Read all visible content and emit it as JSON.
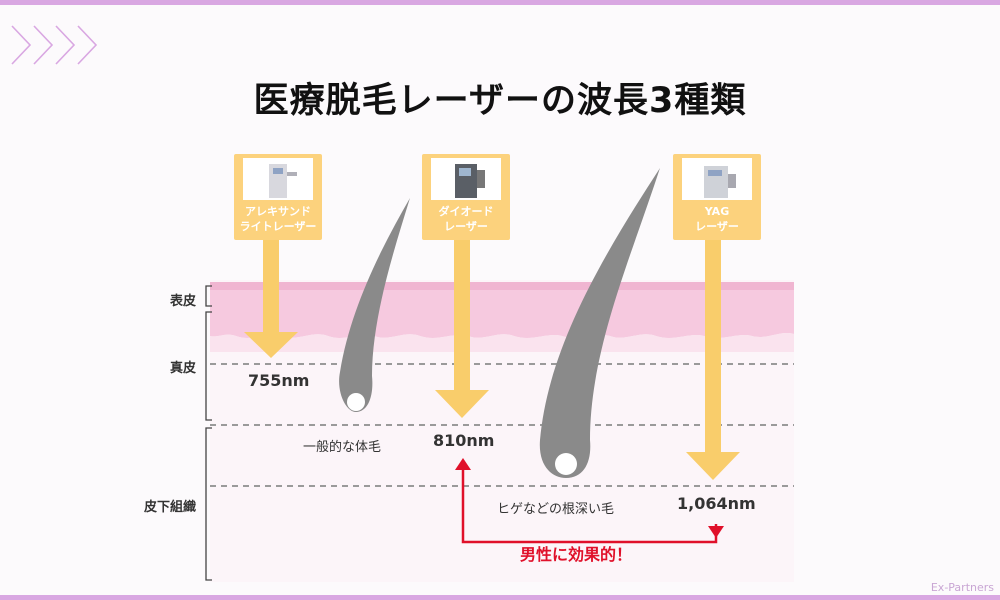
{
  "title": "医療脱毛レーザーの波長3種類",
  "layers": {
    "epidermis": "表皮",
    "dermis": "真皮",
    "subcutaneous": "皮下組織"
  },
  "lasers": [
    {
      "name": "アレキサンド\nライトレーザー",
      "wavelength": "755nm"
    },
    {
      "name": "ダイオード\nレーザー",
      "wavelength": "810nm"
    },
    {
      "name": "YAG\nレーザー",
      "wavelength": "1,064nm"
    }
  ],
  "hair_labels": {
    "normal": "一般的な体毛",
    "deep": "ヒゲなどの根深い毛"
  },
  "effect_text": "男性に効果的！",
  "watermark": "Ex-Partners",
  "colors": {
    "accent_bar": "#d9a7e2",
    "laser_card": "#fcd27d",
    "arrow": "#f9cd6b",
    "effect_red": "#e0102a",
    "epidermis": "#f6c9df",
    "hair": "#8a8a8a"
  },
  "icons": [
    "chevron-right-icon",
    "laser-device-icon"
  ]
}
